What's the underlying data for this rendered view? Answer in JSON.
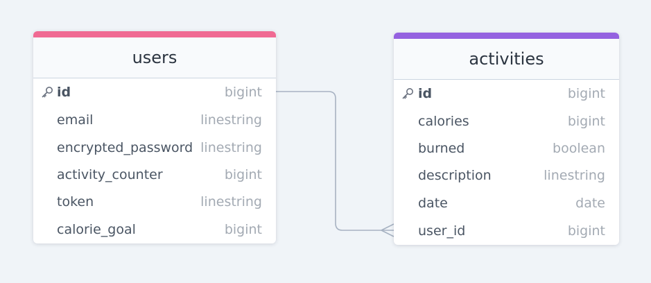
{
  "colors": {
    "background": "#f0f4f8",
    "users_accent": "#f06a93",
    "activities_accent": "#9461e0",
    "connector": "#a7b2c2"
  },
  "tables": {
    "users": {
      "title": "users",
      "fields": [
        {
          "name": "id",
          "type": "bigint",
          "primary_key": true
        },
        {
          "name": "email",
          "type": "linestring"
        },
        {
          "name": "encrypted_password",
          "type": "linestring"
        },
        {
          "name": "activity_counter",
          "type": "bigint"
        },
        {
          "name": "token",
          "type": "linestring"
        },
        {
          "name": "calorie_goal",
          "type": "bigint"
        }
      ]
    },
    "activities": {
      "title": "activities",
      "fields": [
        {
          "name": "id",
          "type": "bigint",
          "primary_key": true
        },
        {
          "name": "calories",
          "type": "bigint"
        },
        {
          "name": "burned",
          "type": "boolean"
        },
        {
          "name": "description",
          "type": "linestring"
        },
        {
          "name": "date",
          "type": "date"
        },
        {
          "name": "user_id",
          "type": "bigint"
        }
      ]
    }
  },
  "relationships": [
    {
      "from": "users.id",
      "to": "activities.user_id",
      "from_cardinality": "one",
      "to_cardinality": "many"
    }
  ],
  "icons": {
    "primary_key": "key-icon"
  }
}
